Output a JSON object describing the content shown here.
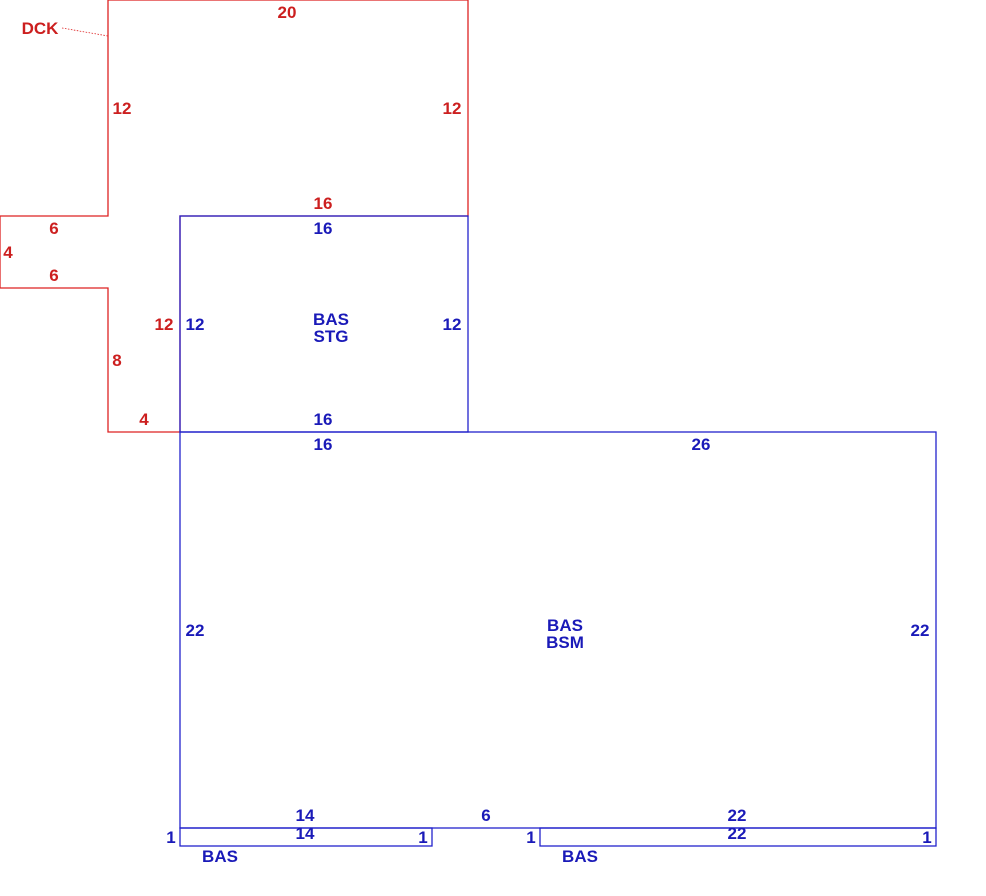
{
  "colors": {
    "deck": "#dd2222",
    "base": "#2222cc"
  },
  "deck": {
    "name": "DCK",
    "dims": {
      "top": "20",
      "left_upper": "12",
      "right_upper": "12",
      "bottom_inner": "16",
      "notch_top": "6",
      "notch_side": "4",
      "notch_bottom": "6",
      "left_mid": "12",
      "left_lower": "8",
      "bottom_left": "4"
    }
  },
  "storage": {
    "area": "BAS",
    "use": "STG",
    "dims": {
      "top": "16",
      "left": "12",
      "right": "12",
      "bottom": "16"
    }
  },
  "main": {
    "area": "BAS",
    "use": "BSM",
    "dims": {
      "top_left": "16",
      "top_right": "26",
      "left": "22",
      "right": "22",
      "bottom_left": "14",
      "bottom_gap": "6",
      "bottom_right": "22"
    }
  },
  "strip_left": {
    "area": "BAS",
    "dims": {
      "top": "14",
      "left": "1",
      "right": "1"
    }
  },
  "strip_right": {
    "area": "BAS",
    "dims": {
      "top": "22",
      "left": "1",
      "right": "1"
    }
  }
}
